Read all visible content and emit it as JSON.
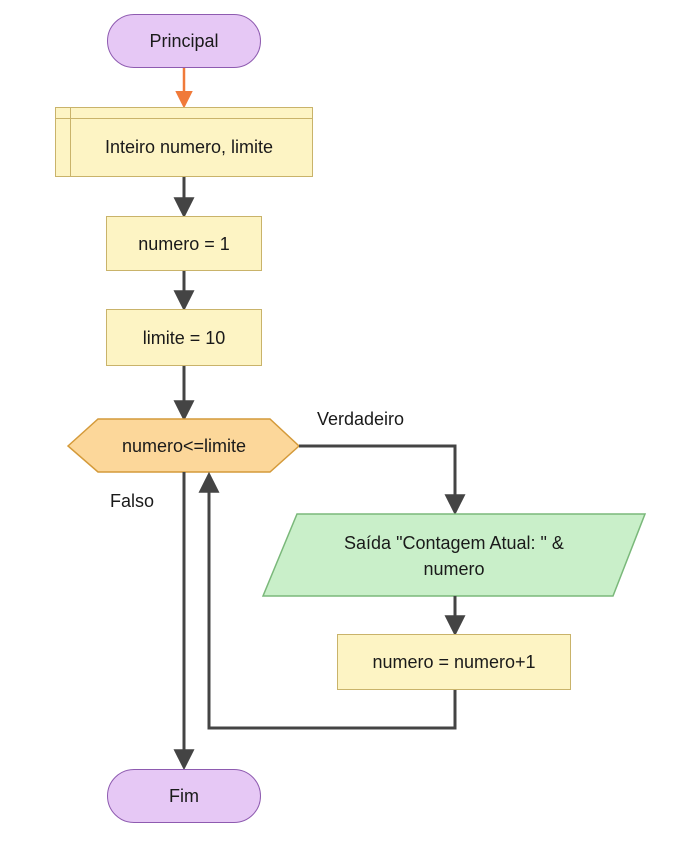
{
  "nodes": {
    "start": "Principal",
    "declare": "Inteiro numero, limite",
    "assign_numero": "numero = 1",
    "assign_limite": "limite = 10",
    "condition": "numero<=limite",
    "output_line1": "Saída \"Contagem Atual: \" &",
    "output_line2": "numero",
    "increment": "numero = numero+1",
    "end": "Fim"
  },
  "edges": {
    "true_label": "Verdadeiro",
    "false_label": "Falso"
  },
  "colors": {
    "terminal_fill": "#e6c8f5",
    "process_fill": "#fdf4c4",
    "decision_fill": "#fcd79a",
    "output_fill": "#c9efc9",
    "start_arrow": "#f07a3a",
    "arrow": "#444444"
  }
}
